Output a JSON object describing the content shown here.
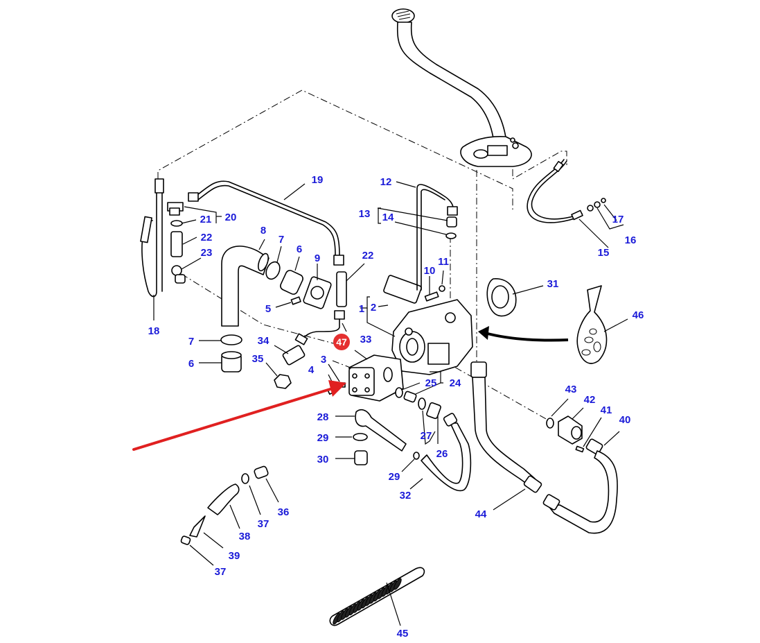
{
  "title": "Hydraulic pump assembly — exploded parts diagram",
  "colors": {
    "label_text": "#1a1ad8",
    "highlight_badge": "#e53030",
    "highlight_arrow": "#e02020",
    "line_art": "#000000",
    "background": "#ffffff"
  },
  "highlighted_part": "47",
  "labels": {
    "p1": "1",
    "p2": "2",
    "p3": "3",
    "p4": "4",
    "p5": "5",
    "p6a": "6",
    "p6b": "6",
    "p7a": "7",
    "p7b": "7",
    "p8": "8",
    "p9": "9",
    "p10": "10",
    "p11": "11",
    "p12": "12",
    "p13": "13",
    "p14": "14",
    "p15": "15",
    "p16": "16",
    "p17": "17",
    "p18": "18",
    "p19": "19",
    "p20": "20",
    "p21": "21",
    "p22a": "22",
    "p22b": "22",
    "p23": "23",
    "p24": "24",
    "p25": "25",
    "p26": "26",
    "p27": "27",
    "p28": "28",
    "p29a": "29",
    "p29b": "29",
    "p30": "30",
    "p31": "31",
    "p32": "32",
    "p33": "33",
    "p34": "34",
    "p35": "35",
    "p36": "36",
    "p37a": "37",
    "p37b": "37",
    "p38": "38",
    "p39": "39",
    "p40": "40",
    "p41": "41",
    "p42": "42",
    "p43": "43",
    "p44": "44",
    "p45": "45",
    "p46": "46",
    "p47": "47"
  }
}
